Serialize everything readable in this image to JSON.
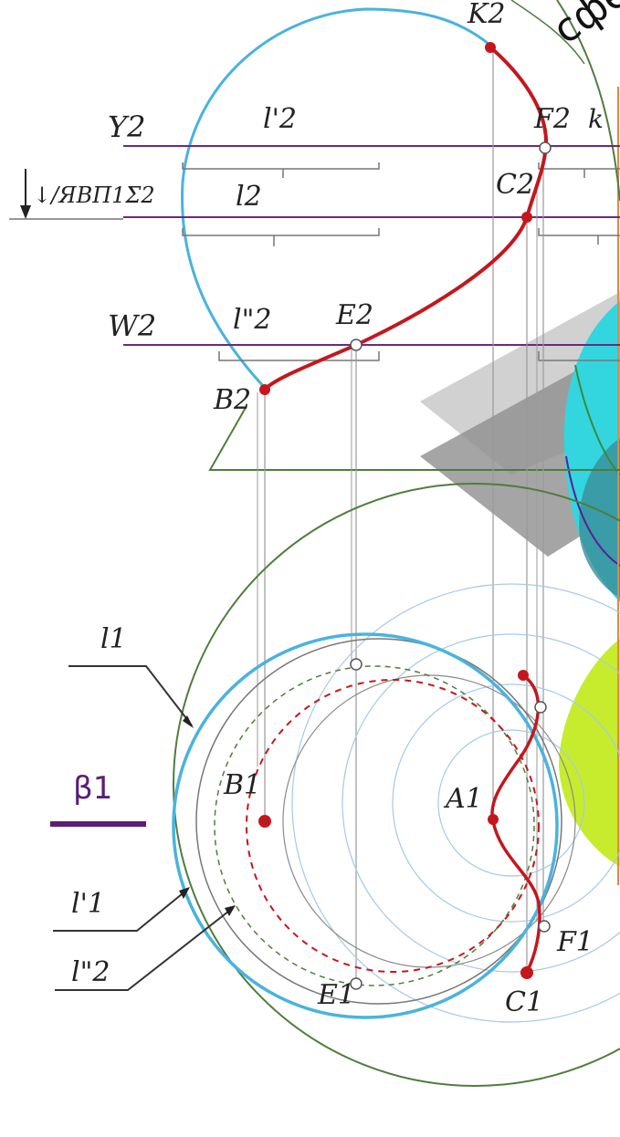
{
  "labels": {
    "k2": "K2",
    "f2": "F2",
    "k": "k",
    "y2": "Y2",
    "l_prime_2_top": "l'2",
    "c2": "C2",
    "sigma_axis": "↓/ЯВП1Σ2",
    "l2": "l2",
    "w2": "W2",
    "l_double_prime_2_top": "l\"2",
    "e2": "E2",
    "b2": "B2",
    "l1": "l1",
    "beta1": "β1",
    "b1": "B1",
    "a1": "A1",
    "l_prime_1": "l'1",
    "f1": "F1",
    "l_double_prime_2_bottom": "l\"2",
    "e1": "E1",
    "c1": "C1"
  },
  "colors": {
    "sphere_outline": "#49b3de",
    "curve_red": "#c4171d",
    "purple_line": "#6a2a7d",
    "green_line": "#4f7d3c",
    "thin_gray": "#9a9a9a",
    "cyan_fill": "#33d6de",
    "yellow_green_fill": "#c7ec2e",
    "gray_plane": "#aaaaaa",
    "orange_border": "#e08a40"
  }
}
